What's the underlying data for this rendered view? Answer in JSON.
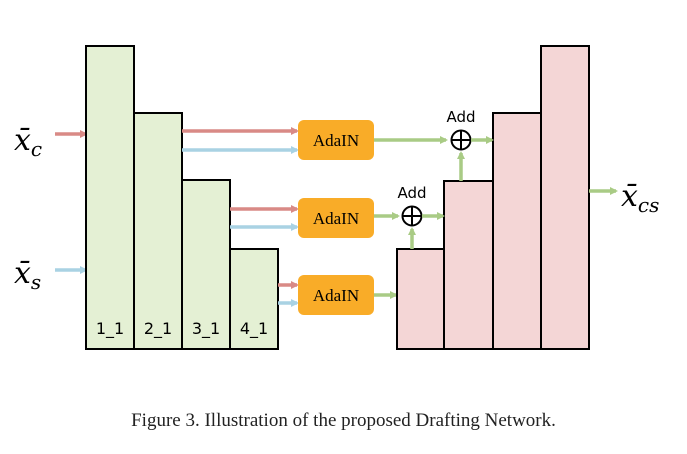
{
  "inputs": {
    "content": {
      "base": "x̄",
      "sub": "c"
    },
    "style": {
      "base": "x̄",
      "sub": "s"
    }
  },
  "output": {
    "base": "x̄",
    "sub": "cs"
  },
  "encoder_layers": [
    "1_1",
    "2_1",
    "3_1",
    "4_1"
  ],
  "adain_label": "AdaIN",
  "add_label": "Add",
  "add_symbol": "⊕",
  "caption": "Figure 3. Illustration of the proposed Drafting Network.",
  "colors": {
    "encoder_fill": "#e4f0d4",
    "decoder_fill": "#f4d6d6",
    "adain_fill": "#f9ac28",
    "content_arrow": "#d98a86",
    "style_arrow": "#a9d2e3",
    "feature_arrow": "#a9cb85"
  }
}
